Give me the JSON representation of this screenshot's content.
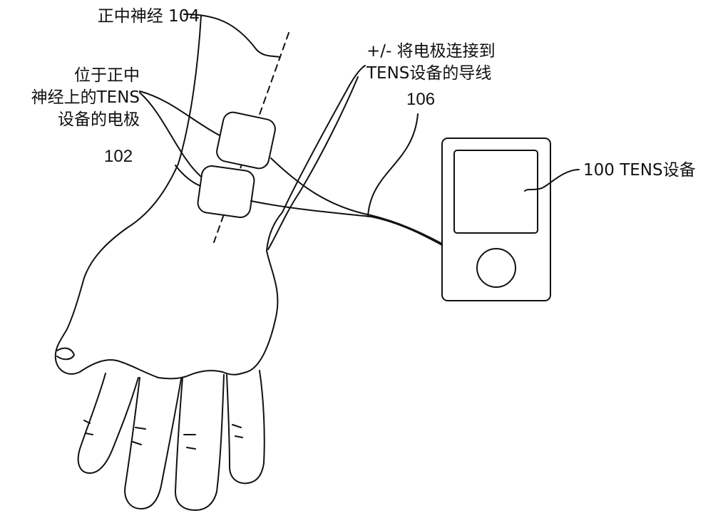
{
  "labels": {
    "median_nerve": "正中神经 104",
    "electrodes_line1": "位于正中",
    "electrodes_line2": "神经上的TENS",
    "electrodes_line3": "设备的电极",
    "electrodes_ref": "102",
    "lead_line1": "+/- 将电极连接到",
    "lead_line2": "TENS设备的导线",
    "lead_ref": "106",
    "device": "100 TENS设备"
  },
  "colors": {
    "ink": "#111111",
    "background": "#ffffff"
  }
}
